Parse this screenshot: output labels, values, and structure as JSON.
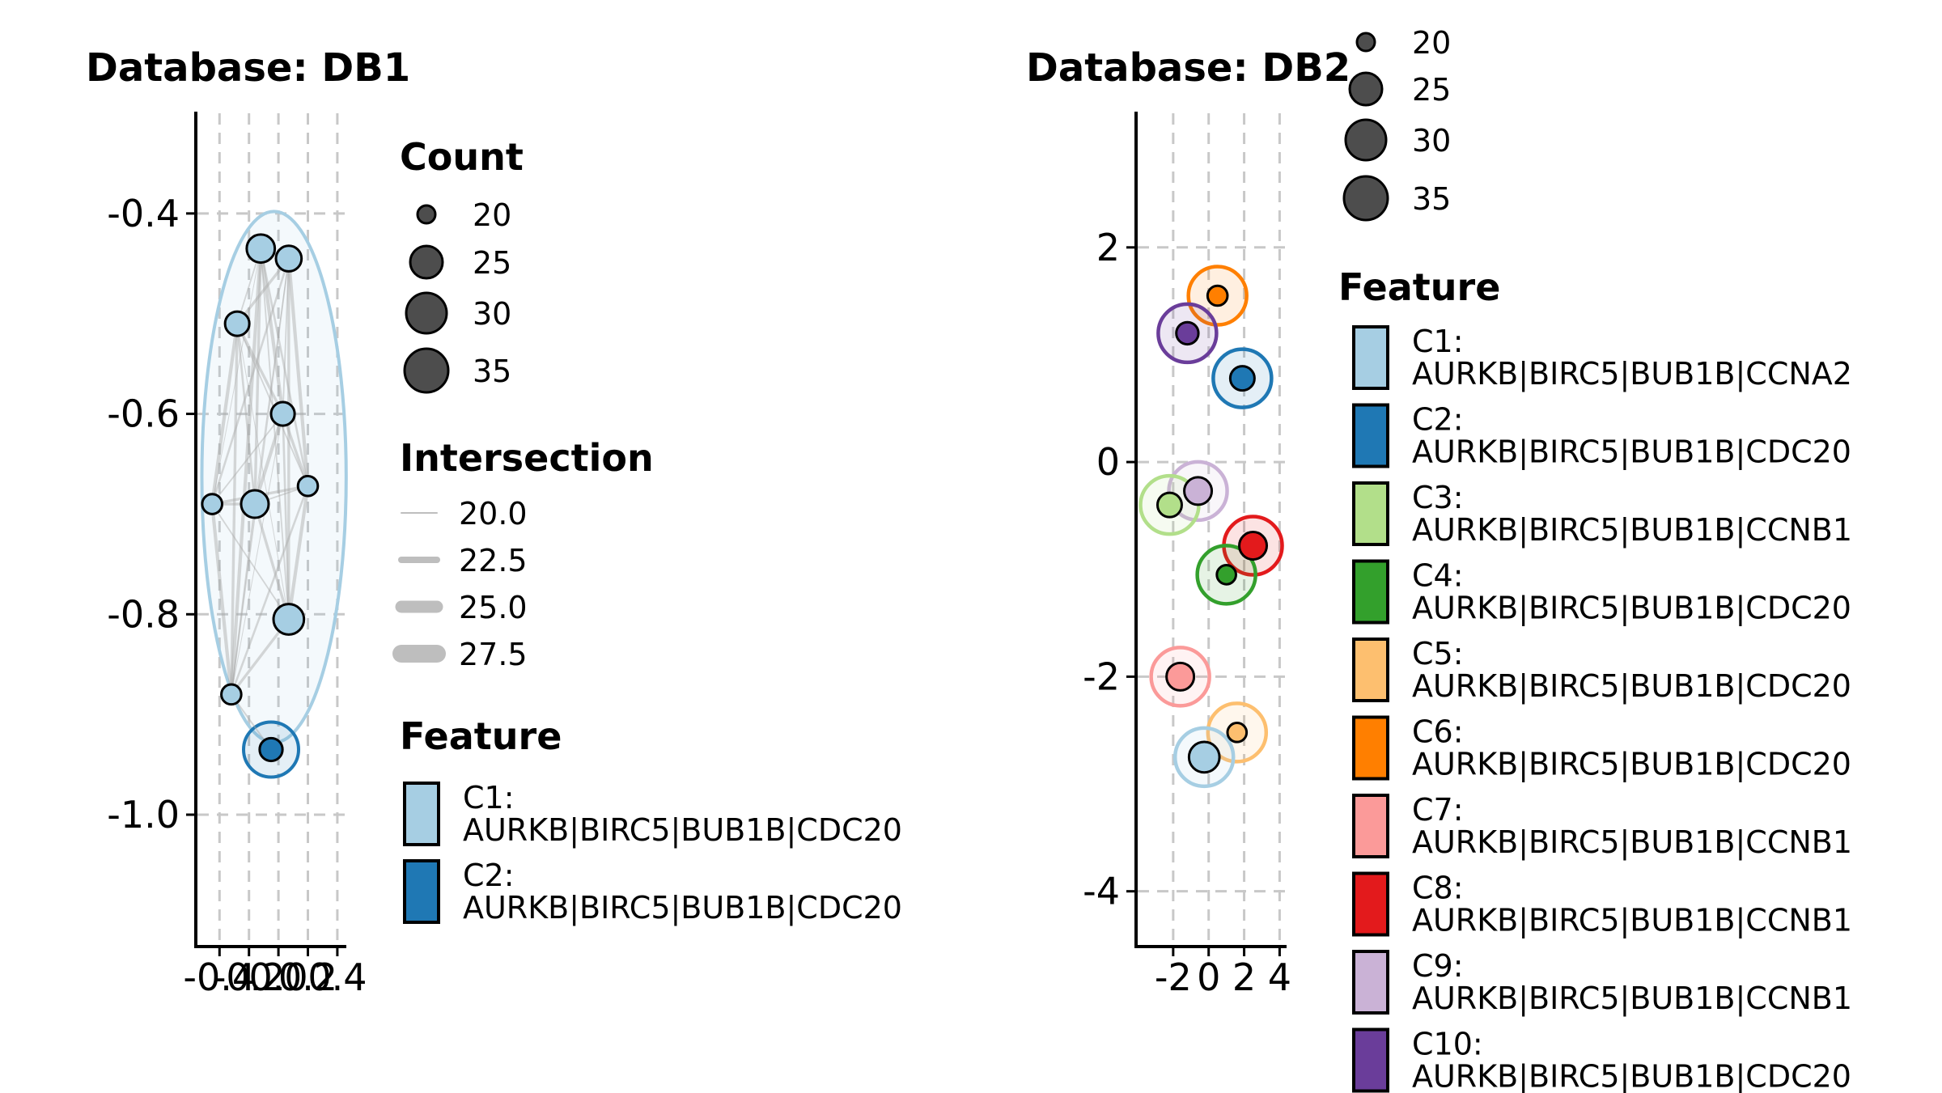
{
  "chart_data": [
    {
      "type": "scatter",
      "title": "Database: DB1",
      "xlabel": "",
      "ylabel": "",
      "xlim": [
        -0.55,
        0.45
      ],
      "ylim": [
        -1.13,
        -0.3
      ],
      "x_ticks": [
        "-0.4",
        "-0.2",
        "0.0",
        "0.2",
        "0.4"
      ],
      "x_tick_values": [
        -0.4,
        -0.2,
        0.0,
        0.2,
        0.4
      ],
      "y_ticks": [
        "-0.4",
        "-0.6",
        "-0.8",
        "-1.0"
      ],
      "y_tick_values": [
        -0.4,
        -0.6,
        -0.8,
        -1.0
      ],
      "grid": "dashed",
      "points": [
        {
          "x": -0.12,
          "y": -0.435,
          "count": 31,
          "feature": "C1"
        },
        {
          "x": 0.07,
          "y": -0.445,
          "count": 27,
          "feature": "C1"
        },
        {
          "x": -0.28,
          "y": -0.51,
          "count": 25,
          "feature": "C1"
        },
        {
          "x": 0.03,
          "y": -0.6,
          "count": 24,
          "feature": "C1"
        },
        {
          "x": 0.2,
          "y": -0.672,
          "count": 19,
          "feature": "C1"
        },
        {
          "x": -0.45,
          "y": -0.69,
          "count": 19,
          "feature": "C1"
        },
        {
          "x": -0.16,
          "y": -0.69,
          "count": 30,
          "feature": "C1"
        },
        {
          "x": 0.07,
          "y": -0.805,
          "count": 35,
          "feature": "C1"
        },
        {
          "x": -0.32,
          "y": -0.88,
          "count": 19,
          "feature": "C1"
        },
        {
          "x": -0.05,
          "y": -0.935,
          "count": 23,
          "feature": "C2"
        }
      ],
      "cluster_ellipses": [
        {
          "feature": "C1",
          "cx": -0.03,
          "cy": -0.663,
          "rx": 0.49,
          "ry": 0.265
        },
        {
          "feature": "C2",
          "cx": -0.05,
          "cy": -0.935,
          "rx": 0.19,
          "ry": 0.028
        }
      ]
    },
    {
      "type": "scatter",
      "title": "Database: DB2",
      "xlabel": "",
      "ylabel": "",
      "xlim": [
        -4.0,
        4.3
      ],
      "ylim": [
        -4.5,
        3.25
      ],
      "x_ticks": [
        "-2",
        "0",
        "2",
        "4"
      ],
      "x_tick_values": [
        -2,
        0,
        2,
        4
      ],
      "y_ticks": [
        "2",
        "0",
        "-2",
        "-4"
      ],
      "y_tick_values": [
        2,
        0,
        -2,
        -4
      ],
      "grid": "dashed",
      "points": [
        {
          "x": 0.5,
          "y": 1.55,
          "count": 19,
          "feature": "C6"
        },
        {
          "x": -1.2,
          "y": 1.2,
          "count": 22,
          "feature": "C10"
        },
        {
          "x": 1.9,
          "y": 0.78,
          "count": 25,
          "feature": "C2"
        },
        {
          "x": -0.6,
          "y": -0.27,
          "count": 30,
          "feature": "C9"
        },
        {
          "x": -2.2,
          "y": -0.4,
          "count": 25,
          "feature": "C3"
        },
        {
          "x": 2.5,
          "y": -0.78,
          "count": 30,
          "feature": "C8"
        },
        {
          "x": 1.0,
          "y": -1.05,
          "count": 18,
          "feature": "C4"
        },
        {
          "x": -1.6,
          "y": -2.0,
          "count": 30,
          "feature": "C7"
        },
        {
          "x": 1.6,
          "y": -2.52,
          "count": 18,
          "feature": "C5"
        },
        {
          "x": -0.25,
          "y": -2.75,
          "count": 35,
          "feature": "C1"
        }
      ],
      "cluster_radius": 0.27
    }
  ],
  "legends": {
    "db1_count": {
      "title": "Count",
      "values": [
        "20",
        "25",
        "30",
        "35"
      ]
    },
    "db1_intersection": {
      "title": "Intersection",
      "values": [
        "20.0",
        "22.5",
        "25.0",
        "27.5"
      ]
    },
    "db1_feature": {
      "title": "Feature",
      "items": [
        {
          "id": "C1",
          "label": "C1:",
          "genes": "AURKB|BIRC5|BUB1B|CDC20"
        },
        {
          "id": "C2",
          "label": "C2:",
          "genes": "AURKB|BIRC5|BUB1B|CDC20"
        }
      ]
    },
    "db2_count": {
      "values": [
        "20",
        "25",
        "30",
        "35"
      ]
    },
    "db2_feature": {
      "title": "Feature",
      "items": [
        {
          "id": "C1",
          "label": "C1:",
          "genes": "AURKB|BIRC5|BUB1B|CCNA2"
        },
        {
          "id": "C2",
          "label": "C2:",
          "genes": "AURKB|BIRC5|BUB1B|CDC20"
        },
        {
          "id": "C3",
          "label": "C3:",
          "genes": "AURKB|BIRC5|BUB1B|CCNB1"
        },
        {
          "id": "C4",
          "label": "C4:",
          "genes": "AURKB|BIRC5|BUB1B|CDC20"
        },
        {
          "id": "C5",
          "label": "C5:",
          "genes": "AURKB|BIRC5|BUB1B|CDC20"
        },
        {
          "id": "C6",
          "label": "C6:",
          "genes": "AURKB|BIRC5|BUB1B|CDC20"
        },
        {
          "id": "C7",
          "label": "C7:",
          "genes": "AURKB|BIRC5|BUB1B|CCNB1"
        },
        {
          "id": "C8",
          "label": "C8:",
          "genes": "AURKB|BIRC5|BUB1B|CCNB1"
        },
        {
          "id": "C9",
          "label": "C9:",
          "genes": "AURKB|BIRC5|BUB1B|CCNB1"
        },
        {
          "id": "C10",
          "label": "C10:",
          "genes": "AURKB|BIRC5|BUB1B|CDC20"
        }
      ]
    }
  },
  "colors": {
    "C1": "#A6CEE3",
    "C2": "#1F78B4",
    "C3": "#B2DF8A",
    "C4": "#33A02C",
    "C5": "#FDBF6F",
    "C6": "#FF7F00",
    "C7": "#FB9A99",
    "C8": "#E31A1C",
    "C9": "#CAB2D6",
    "C10": "#6A3D9A",
    "count_fill": "#4D4D4D",
    "edge": "#A9A9A9",
    "grid": "#C8C8C8"
  }
}
